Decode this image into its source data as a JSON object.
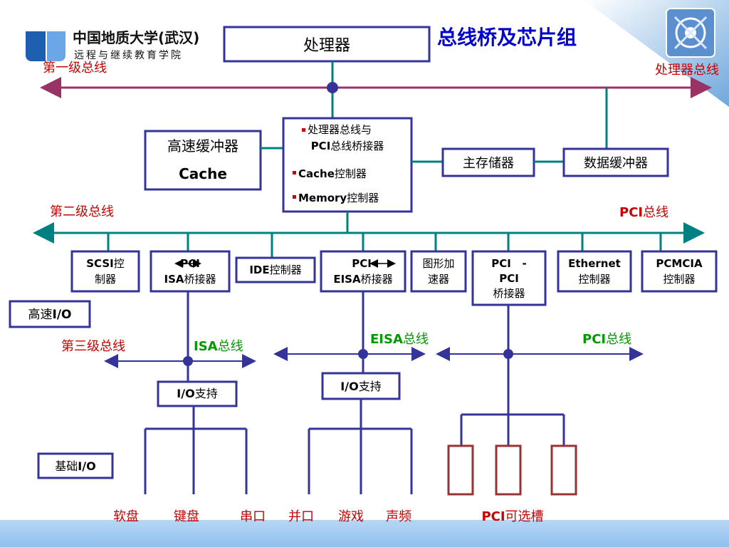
{
  "logo": {
    "school_line1": "中国地质大学(武汉)",
    "school_line2": "远程与继续教育学院"
  },
  "slide": {
    "title": "总线桥及芯片组"
  },
  "colors": {
    "bus_red": "#993366",
    "bus_teal": "#008080",
    "box_border": "#333399",
    "text_red": "#cc0000",
    "text_green": "#009900",
    "title_blue": "#0000cc",
    "slot_red": "#993333",
    "bottom_band": "#99ccff"
  },
  "labels": {
    "processor": "处理器",
    "level1_bus": "第一级总线",
    "processor_bus": "处理器总线",
    "cache_line1": "高速缓冲器",
    "cache_line2": "Cache",
    "bridge_line1": "处理器总线与",
    "bridge_line2_a": "PCI",
    "bridge_line2_b": "总线桥接器",
    "bridge_line3_a": "Cache",
    "bridge_line3_b": "控制器",
    "bridge_line4_a": "Memory",
    "bridge_line4_b": "控制器",
    "main_memory": "主存储器",
    "data_buffer": "数据缓冲器",
    "level2_bus": "第二级总线",
    "pci_bus_a": "PCI",
    "pci_bus_b": "总线",
    "scsi_1a": "SCSI",
    "scsi_1b": "控",
    "scsi_2": "制器",
    "pci_isa_1": "PCI",
    "pci_isa_2a": "ISA",
    "pci_isa_2b": "桥接器",
    "ide_a": "IDE",
    "ide_b": "控制器",
    "pci_eisa_1": "PCI",
    "pci_eisa_2a": "EISA",
    "pci_eisa_2b": "桥接器",
    "gfx_1": "图形加",
    "gfx_2": "速器",
    "pci_pci_1": "PCI   -",
    "pci_pci_2": "PCI",
    "pci_pci_3": "桥接器",
    "eth_1": "Ethernet",
    "eth_2": "控制器",
    "pcmcia_1": "PCMCIA",
    "pcmcia_2": "控制器",
    "high_io_a": "高速",
    "high_io_b": "I/O",
    "level3_bus": "第三级总线",
    "isa_bus_a": "ISA",
    "isa_bus_b": "总线",
    "eisa_bus_a": "EISA",
    "eisa_bus_b": "总线",
    "pci_bus2_a": "PCI",
    "pci_bus2_b": "总线",
    "io_support_a": "I/O",
    "io_support_b": "支持",
    "io_support2_a": "I/O",
    "io_support2_b": "支持",
    "basic_io_a": "基础",
    "basic_io_b": "I/O",
    "floppy": "软盘",
    "keyboard": "键盘",
    "serial": "串口",
    "parallel": "并口",
    "game": "游戏",
    "sound": "声频",
    "pci_slots_a": "PCI",
    "pci_slots_b": "可选槽"
  }
}
